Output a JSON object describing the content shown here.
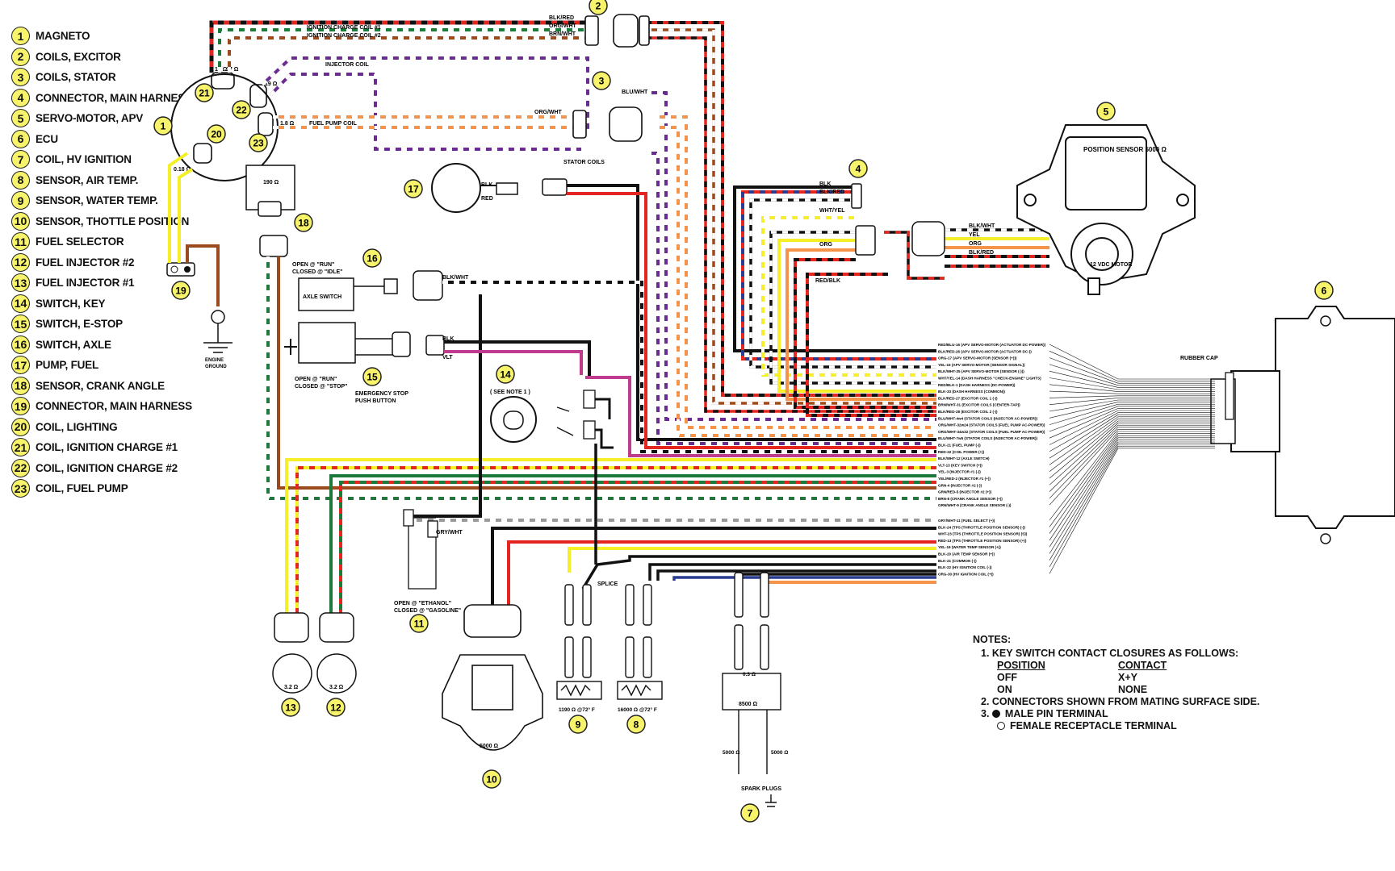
{
  "legend": [
    {
      "num": "1",
      "label": "MAGNETO"
    },
    {
      "num": "2",
      "label": "COILS, EXCITOR"
    },
    {
      "num": "3",
      "label": "COILS, STATOR"
    },
    {
      "num": "4",
      "label": "CONNECTOR, MAIN HARNESS"
    },
    {
      "num": "5",
      "label": "SERVO-MOTOR, APV"
    },
    {
      "num": "6",
      "label": "ECU"
    },
    {
      "num": "7",
      "label": "COIL, HV IGNITION"
    },
    {
      "num": "8",
      "label": "SENSOR, AIR TEMP."
    },
    {
      "num": "9",
      "label": "SENSOR, WATER TEMP."
    },
    {
      "num": "10",
      "label": "SENSOR, THOTTLE  POSITION"
    },
    {
      "num": "11",
      "label": "FUEL SELECTOR"
    },
    {
      "num": "12",
      "label": "FUEL INJECTOR #2"
    },
    {
      "num": "13",
      "label": "FUEL INJECTOR #1"
    },
    {
      "num": "14",
      "label": "SWITCH, KEY"
    },
    {
      "num": "15",
      "label": "SWITCH, E-STOP"
    },
    {
      "num": "16",
      "label": "SWITCH, AXLE"
    },
    {
      "num": "17",
      "label": "PUMP, FUEL"
    },
    {
      "num": "18",
      "label": "SENSOR, CRANK ANGLE"
    },
    {
      "num": "19",
      "label": "CONNECTOR, MAIN HARNESS"
    },
    {
      "num": "20",
      "label": "COIL, LIGHTING"
    },
    {
      "num": "21",
      "label": "COIL, IGNITION CHARGE #1"
    },
    {
      "num": "22",
      "label": "COIL, IGNITION CHARGE #2"
    },
    {
      "num": "23",
      "label": "COIL, FUEL PUMP"
    }
  ],
  "labels": {
    "ign1": "IGNITION CHARGE COIL #1",
    "ign2": "IGNITION CHARGE COIL #2",
    "injcoil": "INJECTOR COIL",
    "fpcoil": "FUEL PUMP COIL",
    "stator": "STATOR COILS",
    "ohm19": "19 Ω",
    "ohm17a": "17 Ω",
    "ohm17b": "17 Ω",
    "ohm18": "1.8 Ω",
    "ohm018": "0.18 Ω",
    "ohm190": "190 Ω",
    "blured": "BLK/RED",
    "orgwht1": "ORG/WHT",
    "brnwht": "BRN/WHT",
    "bluwht": "BLU/WHT",
    "orgwht2": "ORG/WHT",
    "blk": "BLK",
    "red": "RED",
    "blkwht": "BLK/WHT",
    "vlt": "VLT",
    "axle": "AXLE SWITCH",
    "open_run_idle": "OPEN @ \"RUN\"",
    "closed_idle": "CLOSED @ \"IDLE\"",
    "open_run_stop": "OPEN @ \"RUN\"",
    "closed_stop": "CLOSED @ \"STOP\"",
    "estop1": "EMERGENCY STOP",
    "estop2": "PUSH BUTTON",
    "see_note": "( SEE NOTE 1 )",
    "ethanol1": "OPEN @ \"ETHANOL\"",
    "ethanol2": "CLOSED @ \"GASOLINE\"",
    "engine_ground1": "ENGINE",
    "engine_ground2": "GROUND",
    "pos_sensor": "POSITION SENSOR 5000 Ω",
    "motor": "12 VDC MOTOR",
    "rubber_cap": "RUBBER CAP",
    "ohm32a": "3.2 Ω",
    "ohm32b": "3.2 Ω",
    "ohm5000": "5000 Ω",
    "temp9": "1190 Ω @72° F",
    "temp8": "16000 Ω @72° F",
    "splice": "SPLICE",
    "spark": "SPARK PLUGS",
    "ohm8500": "8500 Ω",
    "ohm03": "0.3 Ω",
    "ohm5000b": "5000 Ω",
    "ohm5000c": "5000 Ω",
    "yel": "YEL",
    "org": "ORG",
    "wht_yel": "WHT/YEL",
    "red_blk": "RED/BLK",
    "blk_red2": "BLK/RED",
    "grnwht": "GRN/WHT",
    "brn": "BRN",
    "grn": "GRN",
    "grnred": "GRN/RED",
    "yelred": "YEL/RED",
    "gryred": "GRY/WHT",
    "blu": "BLU"
  },
  "ecu_pins": [
    "RED/BLU-16  (APV SERVO-MOTOR (ACTUATOR DC-POWER))",
    "BLK/RED-26  (APV SERVO-MOTOR (ACTUATOR DC-))",
    "ORG-17  (APV SERVO-MOTOR (SENSOR (+)))",
    "YEL-15  (APV SERVO-MOTOR (SENSOR SIGNAL))",
    "BLK/WHT-25  (APV SERVO-MOTOR (SENSOR (-)))",
    "WHT/YEL-14  (DASH HARNESS \"CHECK-ENGINE\" LIGHTS)",
    "RED/BLK-1  (DASH HARNESS (DC-POWER))",
    "BLK-33  (DASH HARNESS (COMMON))",
    "BLK/RED-27  (EXCITOR COIL 1 (-))",
    "BRN/WHT-31  (EXCITOR COILS (CENTER-TAP))",
    "BLK/RED-28  (EXCITOR COIL 2 (-))",
    "BLU/WHT-4w4  (STATOR COILS (INJECTOR AC-POWER))",
    "ORG/WHT-32w24  (STATOR COILS (FUEL PUMP AC-POWER))",
    "ORG/WHT-34w32  (STATOR COILS (FUEL PUMP AC-POWER))",
    "BLU/WHT-7w5  (STATOR COILS (INJECTOR AC-POWER))",
    "BLK-21  (FUEL PUMP (-))",
    "RED-22  (COIL POWER (+))",
    "BLK/WHT-12  (AXLE SWITCH)",
    "VLT-13  (KEY SWITCH (+))",
    "YEL-3  (INJECTOR #1 (-))",
    "YEL/RED-2  (INJECTOR #1 (+))",
    "GRN-4  (INJECTOR #2 (-))",
    "GRN/RED-5  (INJECTOR #2 (+))",
    "BRN-8  (CRANK ANGLE SENSOR (+))",
    "GRN/WHT-9  (CRANK ANGLE SENSOR (-))",
    "GRY/WHT-11  (FUEL SELECT (+))",
    "BLK-24  (TPS (THROTTLE POSITION SENSOR) (-))",
    "WHT-23  (TPS (THROTTLE POSITION SENSOR) (S))",
    "RED-13  (TPS (THROTTLE POSITION SENSOR) (+))",
    "YEL-19  (WATER TEMP SENSOR (+))",
    "BLK-20  (AIR TEMP SENSOR (+))",
    "BLK-21  (COMMON (-))",
    "BLK-22  (HV IGNITION COIL (-))",
    "ORG-30  (HV IGNITION COIL (+))"
  ],
  "notes": {
    "title": "NOTES:",
    "n1": "1. KEY SWITCH CONTACT CLOSURES AS FOLLOWS:",
    "pos_h": "POSITION",
    "con_h": "CONTACT",
    "off": "OFF",
    "xy": "X+Y",
    "on": "ON",
    "none": "NONE",
    "n2": "2. CONNECTORS SHOWN FROM MATING SURFACE SIDE.",
    "n3": "3.",
    "male": "MALE PIN TERMINAL",
    "female": "FEMALE RECEPTACLE TERMINAL"
  },
  "wire_colors": {
    "black": "#111111",
    "red": "#e3261f",
    "white": "#ffffff",
    "yellow": "#f5ef2a",
    "orange": "#f5934a",
    "purple": "#6a2c91",
    "green": "#1e7a3a",
    "brown": "#9a4a1c",
    "violet": "#c03a8e",
    "blue": "#2a3c8f",
    "grey": "#9a9a9a"
  },
  "callout_color": "#f7f36a"
}
